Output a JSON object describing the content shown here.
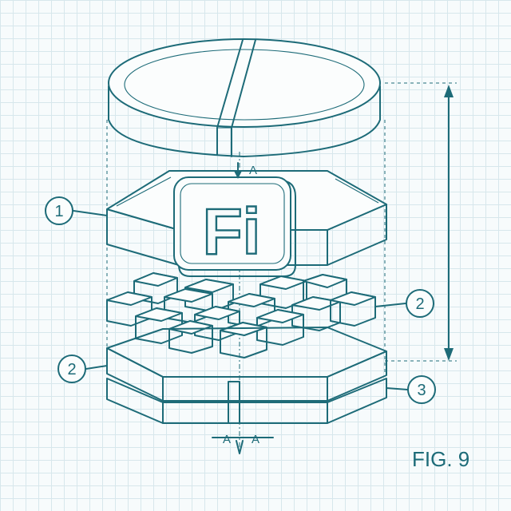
{
  "callouts": [
    "1",
    "2",
    "2",
    "3"
  ],
  "section_label_top": "A",
  "section_label_bottom_left": "A",
  "section_label_bottom_right": "A",
  "logo_text": "Fi",
  "figure_label": "FIG. 9",
  "colors": {
    "ink": "#1d6b78",
    "paper": "#f7fbfc",
    "grid": "#d7e7ec"
  }
}
